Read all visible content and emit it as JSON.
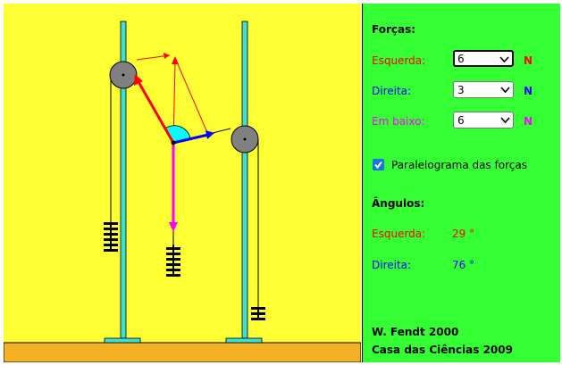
{
  "colors": {
    "background": "#ffff33",
    "panel": "#33ff33",
    "ground": "#f5b125",
    "pole": "#40e0d0",
    "left_force": "#ff0000",
    "right_force": "#0000ff",
    "down_force": "#ff00ff",
    "parallelogram": "#ff0000",
    "angle_arc": "#00ffff",
    "left_angle_text": "#ff0000",
    "right_angle_text": "#0000ff"
  },
  "panel": {
    "forces_heading": "Forças:",
    "left_label": "Esquerda:",
    "left_value": "6",
    "left_unit": "N",
    "right_label": "Direita:",
    "right_value": "3",
    "right_unit": "N",
    "down_label": "Em baixo:",
    "down_value": "6",
    "down_unit": "N",
    "parallelogram_label": "Paralelograma das forças",
    "parallelogram_checked": true,
    "angles_heading": "Ângulos:",
    "left_angle_label": "Esquerda:",
    "left_angle_value": "29 °",
    "right_angle_label": "Direita:",
    "right_angle_value": "76 °",
    "credit_author": "W. Fendt 2000",
    "credit_translation": "Casa das Ciências 2009"
  }
}
